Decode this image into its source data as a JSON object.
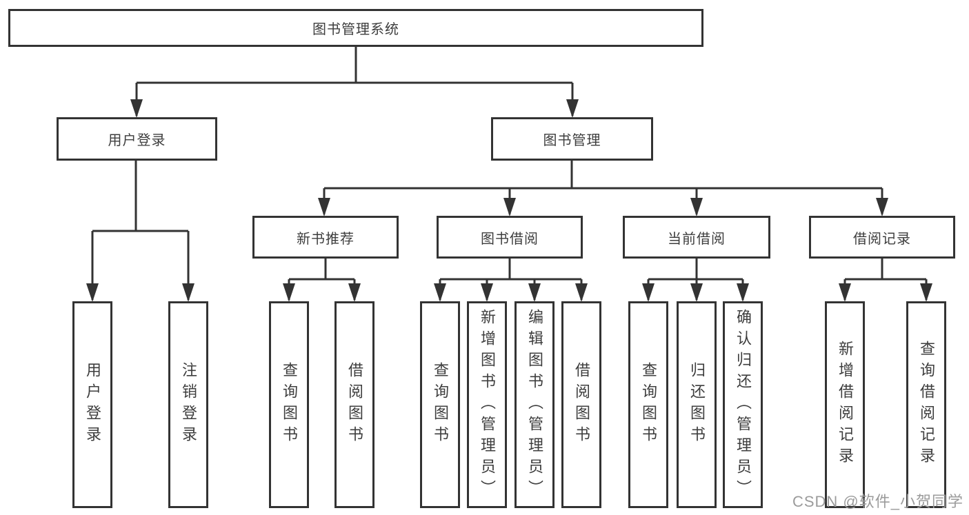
{
  "tree": {
    "label": "图书管理系统",
    "children": [
      {
        "label": "用户登录",
        "children": [
          {
            "label": "用户登录"
          },
          {
            "label": "注销登录"
          }
        ]
      },
      {
        "label": "图书管理",
        "children": [
          {
            "label": "新书推荐",
            "children": [
              {
                "label": "查询图书"
              },
              {
                "label": "借阅图书"
              }
            ]
          },
          {
            "label": "图书借阅",
            "children": [
              {
                "label": "查询图书"
              },
              {
                "label": "新增图书（管理员）"
              },
              {
                "label": "编辑图书（管理员）"
              },
              {
                "label": "借阅图书"
              }
            ]
          },
          {
            "label": "当前借阅",
            "children": [
              {
                "label": "查询图书"
              },
              {
                "label": "归还图书"
              },
              {
                "label": "确认归还（管理员）"
              }
            ]
          },
          {
            "label": "借阅记录",
            "children": [
              {
                "label": "新增借阅记录"
              },
              {
                "label": "查询借阅记录"
              }
            ]
          }
        ]
      }
    ]
  },
  "watermark": {
    "text": "CSDN @软件_小贺同学"
  },
  "colors": {
    "line": "#333333",
    "box_border": "#333333",
    "text": "#3d3d3d",
    "watermark": "#9b9b9b",
    "background": "#ffffff"
  }
}
